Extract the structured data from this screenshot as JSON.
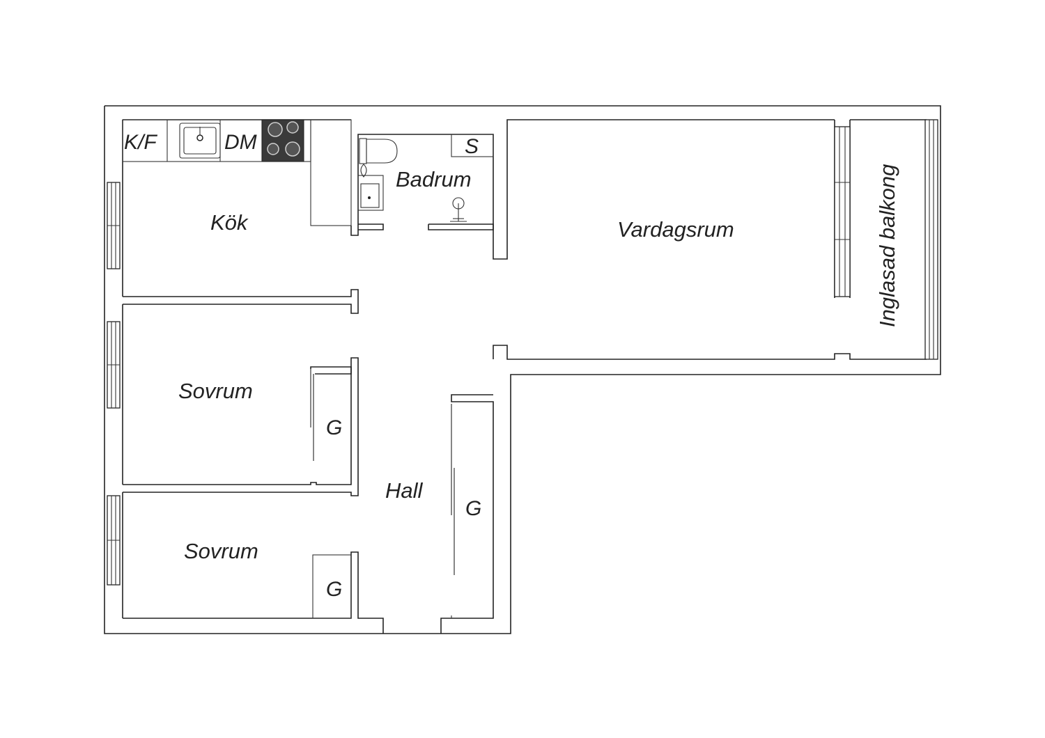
{
  "floor_plan": {
    "rooms": {
      "kitchen": "Kök",
      "bathroom": "Badrum",
      "living_room": "Vardagsrum",
      "balcony": "Inglasad balkong",
      "bedroom_1": "Sovrum",
      "bedroom_2": "Sovrum",
      "hall": "Hall"
    },
    "fixtures": {
      "fridge_freezer": "K/F",
      "dishwasher": "DM",
      "bath_storage": "S",
      "wardrobe_bedroom_1": "G",
      "wardrobe_hall": "G",
      "wardrobe_bedroom_2": "G"
    },
    "colors": {
      "wall": "#222222",
      "background": "#ffffff",
      "stove": "#3a3a3a"
    }
  }
}
